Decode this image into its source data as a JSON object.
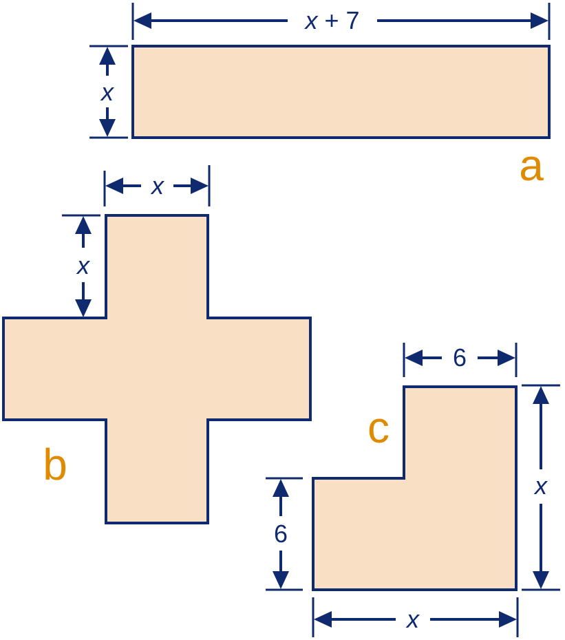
{
  "colors": {
    "shape_fill": "#F9E0C4",
    "outline": "#0F2A6E",
    "label_letter": "#E08A00"
  },
  "figures": {
    "a": {
      "letter": "a",
      "width_label_var": "x",
      "width_label_rest": " + 7",
      "height_label": "x"
    },
    "b": {
      "letter": "b",
      "width_label": "x",
      "height_label": "x"
    },
    "c": {
      "letter": "c",
      "top_width_label": "6",
      "left_height_label": "6",
      "right_height_label": "x",
      "bottom_width_label": "x"
    }
  }
}
